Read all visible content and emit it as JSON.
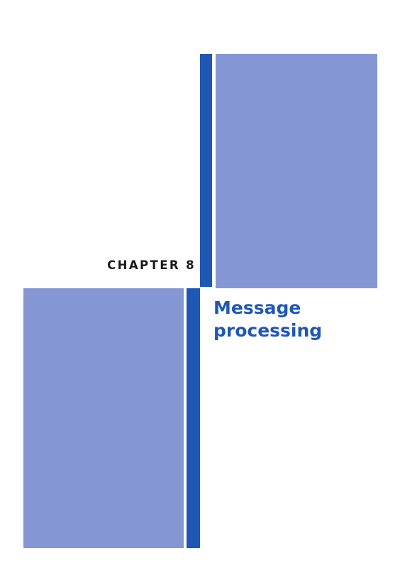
{
  "chapter": {
    "label": "CHAPTER 8",
    "title_lines": [
      "Message",
      "processing"
    ]
  },
  "colors": {
    "accent_dark": "#1f57b5",
    "accent_light": "#8497d4",
    "label_text": "#1a1a1a",
    "background": "#ffffff"
  }
}
